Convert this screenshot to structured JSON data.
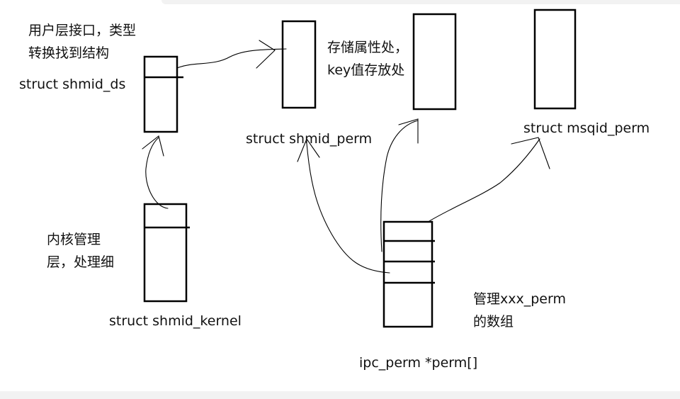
{
  "notes": {
    "user_layer": [
      "用户层接口，类型",
      "转换找到结构"
    ],
    "storage": [
      "存储属性处，",
      "key值存放处"
    ],
    "kernel_layer": [
      "内核管理",
      "层，处理细"
    ],
    "manager": [
      "管理xxx_perm",
      "的数组"
    ]
  },
  "labels": {
    "shmid_ds": "struct shmid_ds",
    "shmid_perm": "struct shmid_perm",
    "msqid_perm": "struct msqid_perm",
    "shmid_kernel": "struct shmid_kernel",
    "perm_array": "ipc_perm *perm[]"
  }
}
